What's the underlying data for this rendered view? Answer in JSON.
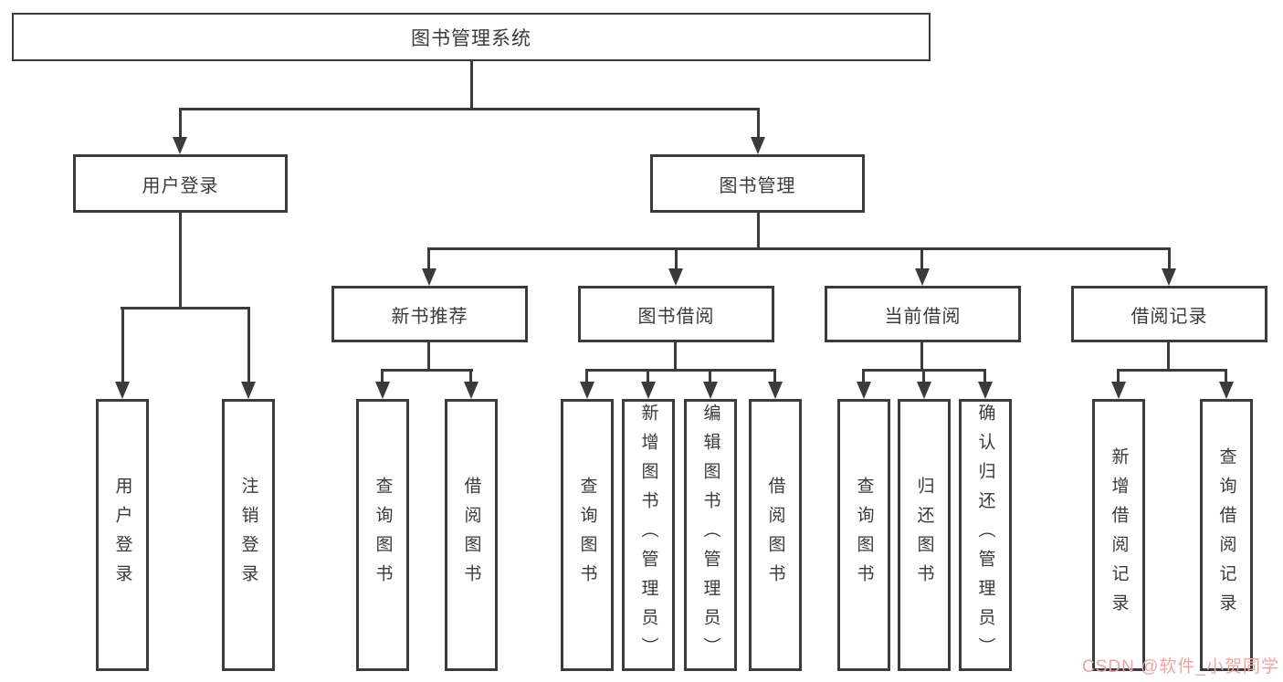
{
  "diagram": {
    "root": "图书管理系统",
    "level1": {
      "user_login": "用户登录",
      "book_mgmt": "图书管理"
    },
    "level2": {
      "new_books": "新书推荐",
      "book_borrow": "图书借阅",
      "current_borrow": "当前借阅",
      "borrow_records": "借阅记录"
    },
    "leaves": {
      "user_login": [
        "用户登录",
        "注销登录"
      ],
      "new_books": [
        "查询图书",
        "借阅图书"
      ],
      "book_borrow": [
        "查询图书",
        "新增图书（管理员）",
        "编辑图书（管理员）",
        "借阅图书"
      ],
      "current_borrow": [
        "查询图书",
        "归还图书",
        "确认归还（管理员）"
      ],
      "borrow_records": [
        "新增借阅记录",
        "查询借阅记录"
      ]
    },
    "watermark": "CSDN @软件_小贺同学",
    "colors": {
      "line": "#3b3b3b",
      "text": "#3a3a3a",
      "watermark": "#f0a3a3",
      "background": "#ffffff"
    }
  }
}
